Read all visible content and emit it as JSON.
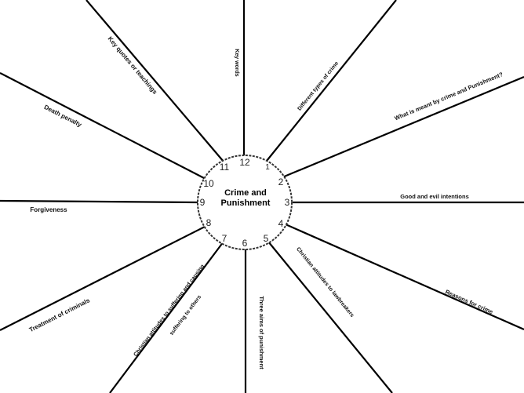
{
  "diagram": {
    "center_title_line1": "Crime and",
    "center_title_line2": "Punishment",
    "clock_numbers": [
      "12",
      "1",
      "2",
      "3",
      "4",
      "5",
      "6",
      "7",
      "8",
      "9",
      "10",
      "11"
    ],
    "topics": {
      "key_words": "Key words",
      "different_types": "Different types of crime",
      "what_is_meant": "What is meant by crime and Punishment?",
      "good_evil": "Good and evil intentions",
      "reasons": "Reasons for crime",
      "lawbreakers": "Christian attitudes to lawbreakers",
      "three_aims": "Three aims of punishment",
      "suffering_line1": "Christian attitudes to suffering and causing",
      "suffering_line2": "suffering to others",
      "treatment": "Treatment of criminals",
      "forgiveness": "Forgiveness",
      "death_penalty": "Death penalty",
      "key_quotes": "Key quotes or teachings"
    }
  }
}
